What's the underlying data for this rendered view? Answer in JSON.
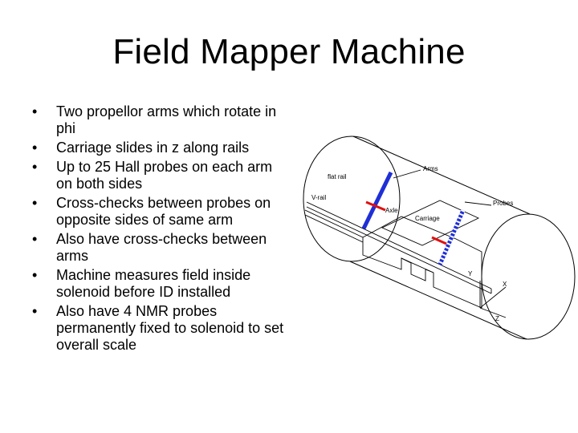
{
  "slide": {
    "title": "Field Mapper Machine",
    "bullet_marker": "•",
    "bullets": [
      "Two propellor arms which rotate in phi",
      "Carriage slides in z along rails",
      "Up to 25 Hall probes on each arm on both sides",
      "Cross-checks between probes on opposite sides of same arm",
      "Also have cross-checks between arms",
      "Machine measures field inside solenoid before ID installed",
      "Also have 4 NMR probes permanently fixed to solenoid to set overall scale"
    ]
  },
  "diagram": {
    "labels": {
      "flat_rail": "flat rail",
      "v_rail": "V-rail",
      "arms": "Arms",
      "axle": "Axle",
      "carriage": "Carriage",
      "probes": "Probes",
      "y_axis": "Y",
      "x_axis": "X",
      "z_axis": "Z"
    },
    "colors": {
      "arm_blue": "#1f2fd6",
      "probe_red": "#e01010",
      "line": "#000000"
    }
  }
}
